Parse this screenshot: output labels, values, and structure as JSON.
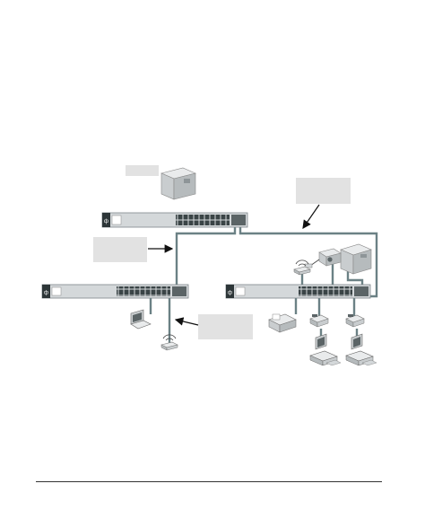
{
  "diagram": {
    "nodes": [
      {
        "id": "core-switch",
        "kind": "switch",
        "ports": 24
      },
      {
        "id": "left-switch",
        "kind": "switch",
        "ports": 24
      },
      {
        "id": "right-switch",
        "kind": "switch",
        "ports": 24
      },
      {
        "id": "server-top",
        "kind": "server"
      },
      {
        "id": "server-right",
        "kind": "server"
      },
      {
        "id": "projector",
        "kind": "projector"
      },
      {
        "id": "access-point-right",
        "kind": "access-point"
      },
      {
        "id": "access-point-left",
        "kind": "access-point"
      },
      {
        "id": "laptop",
        "kind": "laptop"
      },
      {
        "id": "fax",
        "kind": "fax"
      },
      {
        "id": "ip-phone-1",
        "kind": "ip-phone"
      },
      {
        "id": "ip-phone-2",
        "kind": "ip-phone"
      },
      {
        "id": "workstation-1",
        "kind": "workstation"
      },
      {
        "id": "workstation-2",
        "kind": "workstation"
      }
    ],
    "callouts": [
      {
        "id": "callout-server",
        "text": ""
      },
      {
        "id": "callout-uplink",
        "text": ""
      },
      {
        "id": "callout-left-uplink",
        "text": ""
      },
      {
        "id": "callout-wireless",
        "text": ""
      }
    ],
    "colors": {
      "link": "#6b8185",
      "switch_body": "#d4d8da",
      "switch_face": "#2d3638",
      "callout_fill": "#e2e2e2",
      "arrow": "#111111"
    }
  }
}
